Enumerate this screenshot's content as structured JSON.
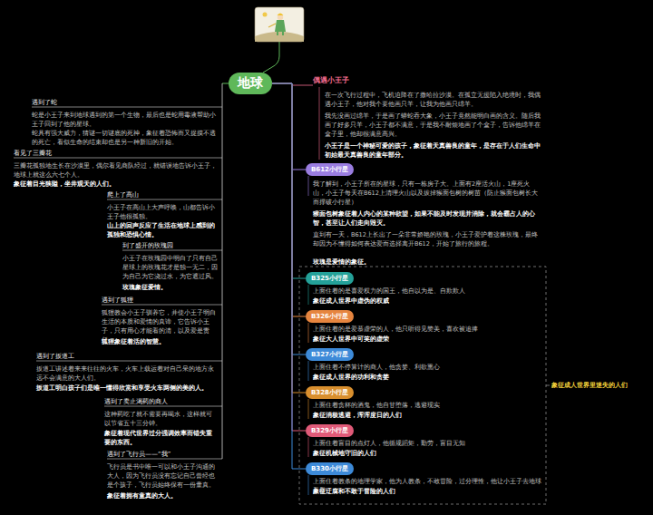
{
  "diagram": {
    "nodes": [
      {
        "text": [
          "地球"
        ]
      },
      {
        "text": [
          "B612小行星"
        ]
      },
      {
        "text": [
          "B325小行星"
        ]
      },
      {
        "text": [
          "B326小行星"
        ]
      },
      {
        "text": [
          "B327小行星"
        ]
      },
      {
        "text": [
          "B328小行星"
        ]
      },
      {
        "text": [
          "B329小行星"
        ]
      },
      {
        "text": [
          "B330小行星"
        ]
      }
    ],
    "edges": [
      {
        "from": 0,
        "to": 1,
        "arrow": "none"
      },
      {
        "from": 0,
        "to": 2,
        "arrow": "none"
      },
      {
        "from": 0,
        "to": 3,
        "arrow": "none"
      },
      {
        "from": 0,
        "to": 4,
        "arrow": "none"
      },
      {
        "from": 0,
        "to": 5,
        "arrow": "none"
      },
      {
        "from": 0,
        "to": 6,
        "arrow": "none"
      },
      {
        "from": 0,
        "to": 7,
        "arrow": "none"
      }
    ],
    "labels": [
      "遇到了蛇",
      "蛇是小王子来到地球遇到的第一个生物，最后也是蛇用毒液帮助小王子回到了他的星球。",
      "蛇具有强大威力，猜谜一切谜底的死神，象征着恐怖而又捉摸不透的死亡，看似生命的结束却也是另一种新旧的开始。",
      "看见了三瓣花",
      "三瓣花孤独地生长在沙漠里，偶尔看见商队经过，就错误地告诉小王子，地球上就这么六七个人。",
      "象征着目光狭隘，坐井观天的人们。",
      "爬上了高山",
      "小王子在高山上大声呼唤，山都告诉小王子他很孤独。",
      "山上的回声反应了生活在地球上感到的孤独和恐惧心情。",
      "到了盛开的玫瑰园",
      "小王子在玫瑰园中明白了只有自己星球上的玫瑰花才是独一无二，因为自己为它浇过水，为它遮过风。",
      "玫瑰象征爱情。",
      "遇到了狐狸",
      "狐狸教会小王子驯养它，并使小王子明白生活的本质和爱情的真谛，它告诉小王子，只有用心才能看的清，以及爱是责任。",
      "狐狸象征着活的智慧。",
      "遇到了扳道工",
      "扳道工讲述着来来往往的火车，火车上载运着对自己呆的地方永远不会满意的大人们。",
      "扳道工明白孩子们是唯一懂得欣赏和享受火车两侧的美的人。",
      "遇到了卖止渴药的商人",
      "这种药吃了就不需要再喝水，这样就可以节省五十三分钟。",
      "象征着现代世界过分强调效率而错失重要的东西。",
      "遇到了飞行员——“我”",
      "飞行员是书中唯一可以和小王子沟通的大人，因为飞行员没有忘记自己曾经也是个孩子，飞行员始终保有一份童真。",
      "象征着拥有童真的大人。",
      "偶遇小王子",
      "在一次飞行过程中，飞机迫降在了撒哈拉沙漠。在孤立无援陷入绝境时，我偶遇小王子，他对我个要他画只羊，让我为他画只绵羊。",
      "我先没画过绵羊，于是画了蟒蛇吞大象，小王子竟然能明白画的含义。随后我画了好多只羊，小王子都不满意，于是我不耐烦地画了个盒子，告诉他绵羊在盒子里，他却很满意高兴。",
      "小王子是一个神秘可爱的孩子，象征着天真善良的童年，是存在于人们生命中初始最天真善良的童年部分。",
      "我了解到，小王子所在的星球，只有一栋房子大。上面有2座活火山，1座死火山，小王子每天在B612上清理火山以及拔掉猴面包树的树苗（防止猴面包树长大而撑破小行星）",
      "猴面包树象征着人内心的某种欲望，如果不能及时发现并消除，就会霸占人的心智，甚至让人们走向毁灭。",
      "直到有一天，B612上长出了一朵非常娇艳的玫瑰，小王子爱护着这株玫瑰，最终却因为不懂得如何表达爱而选择离开B612，开始了旅行的旅程。",
      "玫瑰是爱情的象征。",
      "上面住着的是喜爱权力的国王，他自以为是、自欺欺人",
      "象征成人世界中虚伪的权威",
      "上面住着的是爱慕虚荣的人，他只听得见赞美，喜欢被追捧",
      "象征大人世界中可笑的虚荣",
      "上面住着不停算计的商人，他贪婪、利欲熏心",
      "象征成人世界的功利和贪婪",
      "上面住着贪杯的酒鬼，他自甘堕落，逃避现实",
      "象征消极逃避，浑浑度日的人们",
      "上面住着盲目的点灯人，他循规蹈矩，勤劳，盲目无知",
      "象征机械地守旧的人们",
      "上面住着教条的地理学家，他为人教条，不敢冒险，过分理性，他让小王子去地球看看",
      "象征迂腐和不敢于冒险的人们",
      "象征成人世界里迷失的人们"
    ]
  }
}
